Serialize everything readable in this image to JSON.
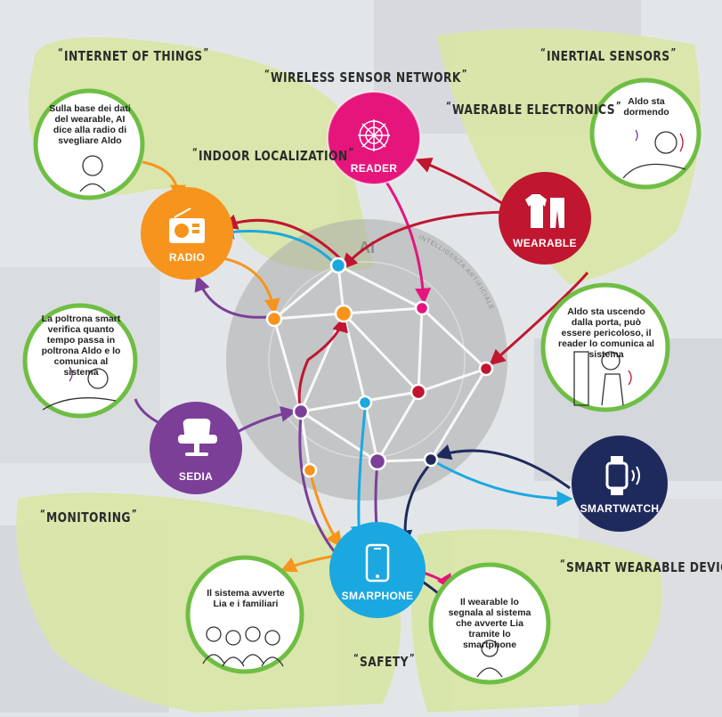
{
  "tags": {
    "iot": "INTERNET OF THINGS",
    "wsn": "WIRELESS SENSOR NETWORK",
    "inertial": "INERTIAL SENSORS",
    "wearable_el": "WAERABLE ELECTRONICS",
    "indoor": "INDOOR LOCALIZATION",
    "monitoring": "MONITORING",
    "smart_devices": "SMART WEARABLE DEVICES",
    "safety": "SAFETY"
  },
  "nodes": {
    "reader": "READER",
    "radio": "RADIO",
    "wearable": "WEARABLE",
    "sedia": "SEDIA",
    "smartwatch": "SMARTWATCH",
    "smartphone": "SMARPHONE"
  },
  "center": {
    "ai": "AI",
    "arc_text": "INTELLIGENZA ARTIFICIALE"
  },
  "bubbles": {
    "wearable_ai": "Sulla base dei dati del wearable, AI dice alla radio di svegliare Aldo",
    "aldo_sleeping": "Aldo sta dormendo",
    "chair": "La poltrona smart verifica quanto tempo passa in poltrona Aldo e lo comunica al sistema",
    "aldo_leaving": "Aldo sta uscendo dalla porta, può essere pericoloso, il reader lo comunica al sistema",
    "system_alerts": "Il sistema avverte Lia e i familiari",
    "wearable_alerts": "Il wearable lo segnala al sistema che avverte Lia tramite lo smartphone"
  },
  "colors": {
    "reader": "#e5157c",
    "radio": "#f7941d",
    "wearable": "#c0162f",
    "sedia": "#7b3f98",
    "smartwatch": "#1f2a5c",
    "smartphone": "#1ba8e0",
    "bubble_border": "#6fbe44",
    "green_blob": "#d9e6a8",
    "ai_circle": "#a9aaac"
  }
}
